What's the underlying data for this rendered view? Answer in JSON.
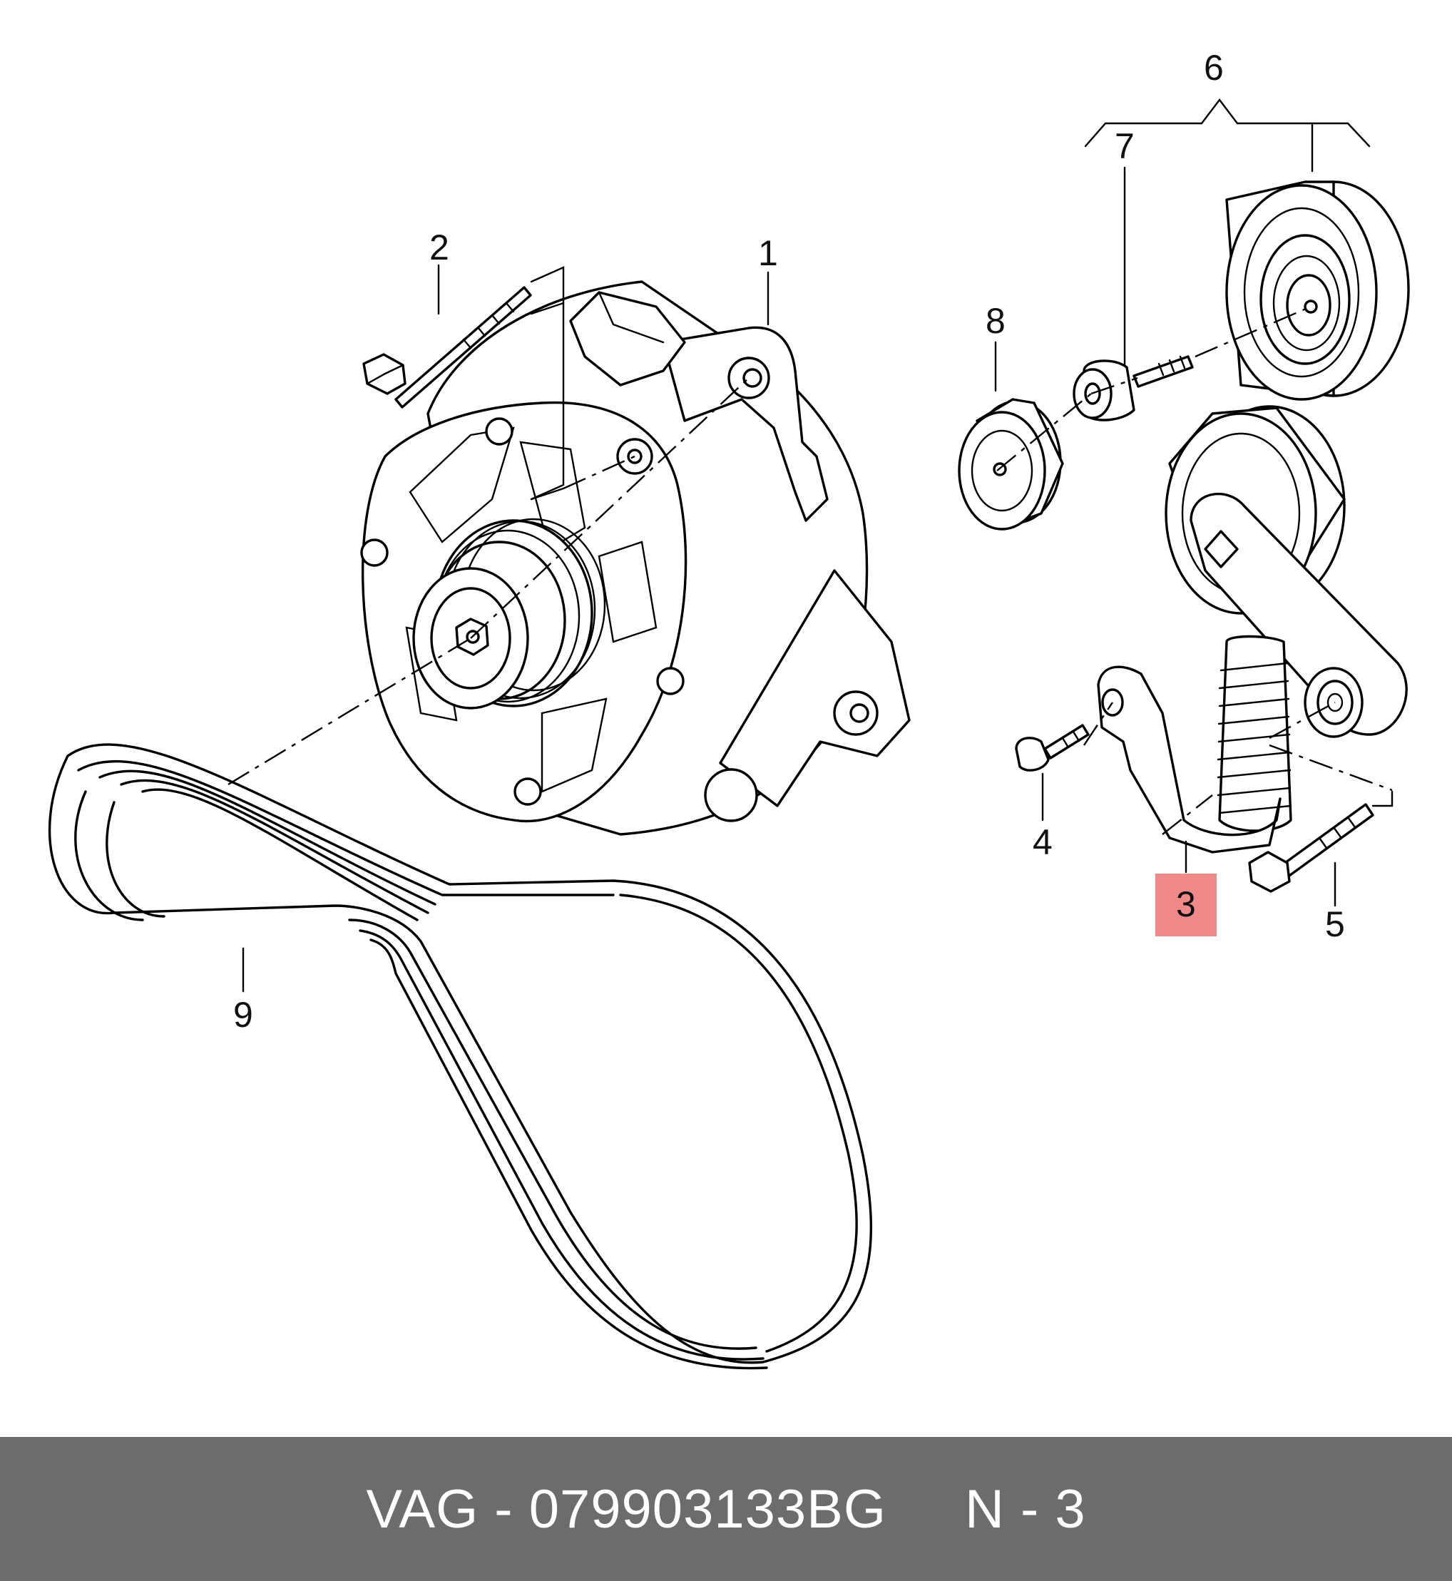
{
  "callouts": {
    "c1": "1",
    "c2": "2",
    "c3": "3",
    "c4": "4",
    "c5": "5",
    "c6": "6",
    "c7": "7",
    "c8": "8",
    "c9": "9"
  },
  "highlight": {
    "part": "3",
    "color": "#f08a8a"
  },
  "footer": {
    "part_number": "VAG - 079903133BG",
    "position_label": "N - 3"
  },
  "colors": {
    "footer_bg": "#6c6c6c",
    "footer_text": "#ffffff",
    "line": "#000000"
  }
}
